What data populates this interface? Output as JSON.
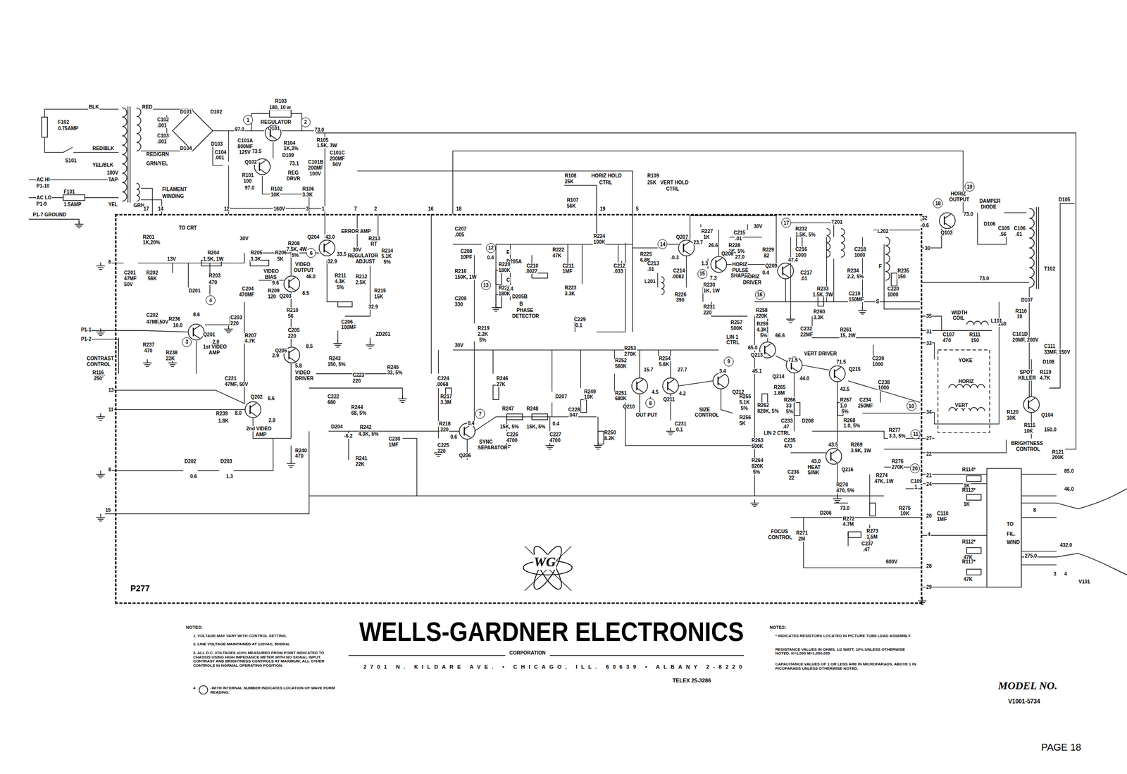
{
  "diagram": {
    "title": "WELLS-GARDNER ELECTRONICS",
    "nodes": [
      {
        "text": [
          "1"
        ]
      },
      {
        "text": [
          "2"
        ]
      },
      {
        "text": [
          "P277"
        ]
      },
      {
        "text": [
          "3"
        ],
        "in": 2
      },
      {
        "text": [
          "4"
        ],
        "in": 2
      },
      {
        "text": [
          "6"
        ],
        "in": 2
      },
      {
        "text": [
          "7"
        ],
        "in": 2
      },
      {
        "text": [
          "8"
        ],
        "in": 2
      },
      {
        "text": [
          "9"
        ],
        "in": 2
      },
      {
        "text": [
          "10"
        ],
        "in": 2
      },
      {
        "text": [
          "11"
        ],
        "in": 2
      },
      {
        "text": [
          "12"
        ],
        "in": 2
      },
      {
        "text": [
          "13"
        ],
        "in": 2
      },
      {
        "text": [
          "14"
        ],
        "in": 2
      },
      {
        "text": [
          "15"
        ],
        "in": 2
      },
      {
        "text": [
          "16"
        ],
        "in": 2
      },
      {
        "text": [
          "17"
        ],
        "in": 2
      },
      {
        "text": [
          "20"
        ],
        "in": 2
      },
      {
        "text": [
          "18"
        ]
      },
      {
        "text": [
          "19"
        ]
      }
    ],
    "labels": [
      "F102",
      "0.75AMP",
      "BLK",
      "RED",
      "S101",
      "RED/BLK",
      "YEL/BLK",
      "100V",
      "TAP",
      "YEL",
      "RED/GRN",
      "GRN/YEL",
      "GRN",
      "AC HI",
      "P1-10",
      "AC LO",
      "P1-9",
      "F101",
      "1.5AMP",
      "FILAMENT",
      "WINDING",
      "P1-7 GROUND",
      "D101",
      "D102",
      "C102",
      ".001",
      "C103",
      ".001",
      "D104",
      "D103",
      "C104",
      ".001",
      "R103",
      "180, 10 w",
      "97.0",
      "REGULATOR",
      "Q101",
      "73.0",
      "C101A",
      "800MF",
      "125V",
      "73.5",
      "R104",
      "1K,3%",
      "R105",
      "1.5K, 3W",
      "C101C",
      "200MF",
      "50V",
      "C101B",
      "200MF",
      "100V",
      "Q102",
      "D109",
      "73.1",
      "REG",
      "DRVR",
      "R101",
      "100",
      "97.0",
      "R102",
      "10K",
      "R106",
      "3.3K",
      "17",
      "14",
      "12",
      "160V",
      "3",
      "1",
      "7",
      "2",
      "16",
      "18",
      "19",
      "5",
      "TO CRT",
      "R108",
      "25K",
      "HORIZ HOLD",
      "CTRL",
      "R107",
      "56K",
      "R109",
      "25K",
      "VERT HOLD",
      "CTRL",
      "R201",
      "1K,20%",
      "30V",
      "6",
      "C201",
      "47MF",
      "50V",
      "13V",
      "R204",
      "1.5K, 1W",
      "R205",
      "3.3K",
      "R206",
      "5K",
      "R208",
      "7.5K, 4W",
      "5%",
      "Q204",
      "R202",
      "56K",
      "D201",
      "R203",
      "470",
      "VIDEO",
      "BIAS",
      "9.6",
      "VIDEO",
      "OUTPUT",
      "46.0",
      "C204",
      "470MF",
      "R209",
      "120",
      "Q203",
      "8.5",
      "R210",
      "56",
      "C203",
      "220",
      "8.6",
      "R236",
      "10.0",
      "C202",
      "47MF,50V",
      "P1-1",
      "P1-2",
      "Q201",
      "2.0",
      "1st VIDEO",
      "AMP",
      "R237",
      "470",
      "R238",
      "22K",
      "C205",
      "220",
      "R207",
      "4.7K",
      "Q205",
      "2.9",
      "8.5",
      "5.8",
      "VIDEO",
      "DRIVER",
      "CONTRAST",
      "CONTROL",
      "R116",
      "250",
      "C221",
      "47MF, 50V",
      "13",
      "11",
      "Q202",
      "6.6",
      "8.0",
      "2.9",
      "2nd VIDEO",
      "AMP",
      "R239",
      "1.8K",
      "R240",
      "470",
      "8",
      "D202",
      "0.6",
      "D203",
      "1.3",
      "15",
      "43.0",
      "ERROR AMP",
      "33.5",
      "32.9",
      "30V",
      "REGULATOR",
      "ADJUST",
      "R213",
      "RT",
      "R214",
      "5.1K",
      "5%",
      "R211",
      "4.3K",
      "5%",
      "R212",
      "2.5K",
      "R215",
      "15K",
      "32.9",
      "C206",
      "100MF",
      "ZD201",
      "R243",
      "150, 5%",
      "R245",
      "33, 5%",
      "C223",
      "220",
      "C222",
      "680",
      "R244",
      "68, 5%",
      "D204",
      "-6.2",
      "R242",
      "4.3K, 5%",
      "C230",
      "1MF",
      "R241",
      "22K",
      "C207",
      ".005",
      "C208",
      "10PF",
      "R216",
      "150K, 1W",
      "0.4",
      "E",
      "D205A",
      "R220",
      "180K",
      "R221",
      "180K",
      "C",
      "2.4",
      "D205B",
      "B",
      "PHASE",
      "DETECTOR",
      "C209",
      "330",
      "C210",
      ".0027",
      "R222",
      "47K",
      "C211",
      "1MF",
      "R223",
      "3.3K",
      "C212",
      ".033",
      "R224",
      "100K",
      "C229",
      "0.1",
      "R219",
      "2.2K",
      "5%",
      "30V",
      "C224",
      ".0068",
      "R217",
      "3.3M",
      "R218",
      "220",
      "C225",
      "220",
      "0.6",
      "0.4",
      "Q206",
      "SYNC",
      "SEPARATOR",
      "R246",
      "27K",
      "D207",
      "R247",
      "15K, 5%",
      "R248",
      "15K, 5%",
      "0.4",
      "C228",
      ".047",
      "C226",
      "4700",
      "C227",
      "4700",
      "R249",
      "10K",
      "R250",
      "8.2K",
      "R252",
      "560K",
      "R251",
      "680K",
      "R253",
      "270K",
      "15.7",
      "Q210",
      "4.5",
      "Q211",
      "R254",
      "5.6K",
      "27.7",
      "4.2",
      "OUT PUT",
      "C231",
      "0.1",
      "Q212",
      "3.4",
      "R255",
      "5.1K",
      "5%",
      "SIZE",
      "CONTROL",
      "R256",
      "5K",
      "R225",
      "6.8K",
      "-0.3",
      "Q207",
      "R227",
      "1K",
      "23.7",
      "1.3",
      "C213",
      ".01",
      "L201",
      "C214",
      ".0082",
      "R226",
      "390",
      "C215",
      ".01",
      "30V",
      "R228",
      "1K, 5%",
      "26.6",
      "Q208",
      "27.0",
      "R229",
      "82",
      "HORIZ",
      "PULSE",
      "SHAPER",
      "R230",
      "1K, 1W",
      "7.3",
      "R231",
      "220",
      "R232",
      "1.5K, 5%",
      "C216",
      "1000",
      "T201",
      "C218",
      "1000",
      "47.4",
      "Q209",
      "0.4",
      "HORIZ",
      "DRIVER",
      "C217",
      ".01",
      "R234",
      "2.2, 5%",
      "R233",
      "1.5K, 3W",
      "C219",
      "150MF",
      "L202",
      "R235",
      "150",
      "F",
      "S",
      "C220",
      "1000",
      "R258",
      "220K",
      "R257",
      "500K",
      "R259",
      "4.3K",
      "5%",
      "66.6",
      "LIN 1",
      "CTRL",
      "65.0",
      "Q213",
      "R260",
      "3.3K",
      "C232",
      "22MF",
      "R261",
      "15, 2W",
      "VERT DRIVER",
      "71.5",
      "Q214",
      "44.0",
      "Q215",
      "71.5",
      "43.5",
      "45.1",
      "R265",
      "1.8M",
      "R266",
      "33",
      "5%",
      "R267",
      "1.0",
      "5%",
      "R262",
      "820K, 5%",
      "C233",
      ".47",
      "D208",
      "C234",
      "250MF",
      "C238",
      "1000",
      "C239",
      "1000",
      "R268",
      "1.0, 5%",
      "LIN 2 CTRL",
      "R263",
      "500K",
      "C235",
      "470",
      "43.0",
      "HEAT",
      "SINK",
      "43.5",
      "R269",
      "3.9K, 1W",
      "Q216",
      "R264",
      "820K",
      "5%",
      "C236",
      "22",
      "R270",
      "470, 5%",
      "30",
      "35",
      "31",
      "33",
      "34",
      "27",
      "22",
      "21",
      "24",
      "20",
      "4",
      "28",
      "29",
      "R277",
      "3.3, 5%",
      "R276",
      "270K",
      "R274",
      "47K, 1W",
      "C109",
      ".1",
      "R275",
      "10K",
      "C110",
      "1MF",
      "73.0",
      "D206",
      "FOCUS",
      "CONTROL",
      "R271",
      "2M",
      "R272",
      "4.7M",
      "R273",
      "1.5M",
      "C237",
      ".47",
      "600V",
      "32",
      "-0.6",
      "HORIZ",
      "OUTPUT",
      "Q103",
      "DAMPER",
      "DIODE",
      "73.0",
      "D106",
      "C105",
      ".56",
      "C106",
      ".01",
      "D105",
      "T102",
      "73.0",
      "D107",
      "R110",
      "10",
      "160",
      "C101D",
      "20MF, 200V",
      "C111",
      "33MF, 150V",
      "WIDTH",
      "COIL",
      "L101",
      "C107",
      "470",
      "R111",
      "150",
      "YOKE",
      "HORIZ",
      "VERT",
      "D108",
      "R119",
      "4.7K",
      "SPOT",
      "KILLER",
      "R120",
      "10K",
      "Q104",
      "R115",
      "10K",
      "150.0",
      "BRIGHTNESS",
      "CONTROL",
      "R121",
      "200K",
      "R114*",
      "1K",
      "R113*",
      "1K",
      "85.0",
      "46.0",
      "8",
      "TO",
      "FIL.",
      "WIND",
      "R112*",
      "47K",
      "432.0",
      "3",
      "4",
      "V101",
      "R117*",
      "47K",
      "275.0",
      "NOTES:",
      "1. VOLTAGE MAY VARY WITH CONTROL SETTING.",
      "2. LINE VOLTAGE MAINTAINED AT 120VAC, 50/60Hz.",
      "3. ALL D.C. VOLTAGES ±10% MEASURED FROM POINT INDICATED TO CHASSIS USING HIGH IMPEDANCE METER WITH NO SIGNAL INPUT. CONTRAST AND BRIGHTNESS CONTROLS AT MAXIMUM; ALL OTHER CONTROLS IN NORMAL OPERATING POSITION.",
      "4",
      "-WITH INTERNAL NUMBER INDICATES LOCATION OF WAVE FORM READING.",
      "CORPORATION",
      "2701 N. KILDARE AVE. • CHICAGO, ILL. 60639 • ALBANY 2-8220",
      "TELEX 25-3286",
      "NOTES:",
      "* INDICATES RESISTORS LOCATED IN PICTURE TUBE LEAD ASSEMBLY.",
      "RESISTANCE VALUES IN OHMS, 1/2 WATT, 10% UNLESS OTHERWISE NOTED. K=1,000 M=1,000,000",
      "CAPACITANCE VALUES OF 1 OR LESS ARE IN MICROFARADS, ABOVE 1 IN PICOFARADS UNLESS OTHERWISE NOTED.",
      "MODEL NO.",
      "V1001-5734",
      "PAGE 18",
      "WG"
    ]
  }
}
